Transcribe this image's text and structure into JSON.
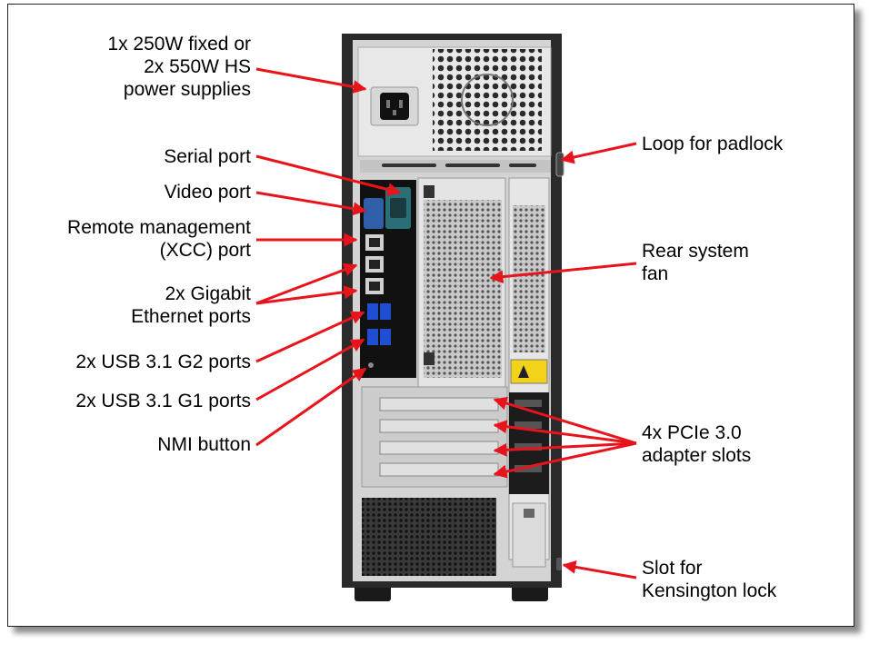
{
  "labels": {
    "power_supplies": [
      "1x 250W fixed or",
      "2x 550W HS",
      "power supplies"
    ],
    "serial_port": [
      "Serial port"
    ],
    "video_port": [
      "Video port"
    ],
    "remote_management": [
      "Remote management",
      "(XCC) port"
    ],
    "gigabit_ethernet": [
      "2x Gigabit",
      "Ethernet ports"
    ],
    "usb_g2": [
      "2x USB 3.1 G2 ports"
    ],
    "usb_g1": [
      "2x USB 3.1 G1 ports"
    ],
    "nmi_button": [
      "NMI button"
    ],
    "loop_padlock": [
      "Loop for padlock"
    ],
    "rear_fan": [
      "Rear system",
      "fan"
    ],
    "pcie_slots": [
      "4x PCIe 3.0",
      "adapter slots"
    ],
    "kensington": [
      "Slot for",
      "Kensington lock"
    ]
  },
  "colors": {
    "arrow": "#e8141c",
    "chassis": "#2a2a2a",
    "panel": "#e6e6e6",
    "io_panel": "#111111",
    "vga": "#2f5fa8",
    "serial": "#2a6f78"
  }
}
